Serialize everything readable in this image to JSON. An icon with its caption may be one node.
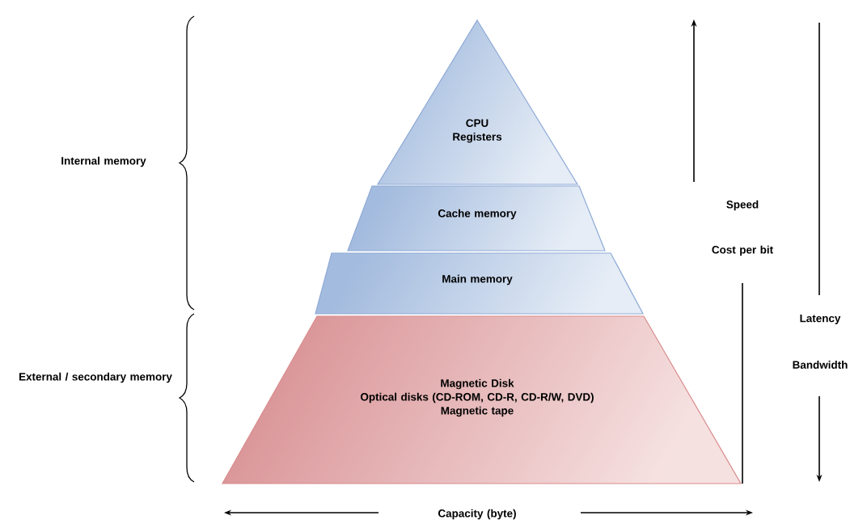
{
  "diagram": {
    "nodes": [
      {
        "text": [
          "CPU Registers"
        ]
      },
      {
        "text": [
          "Cache memory"
        ]
      },
      {
        "text": [
          "Main memory"
        ]
      },
      {
        "text": [
          "Magnetic Disk",
          "Optical disks (CD-ROM, CD-R, CD-R/W, DVD)",
          "Magnetic tape"
        ]
      }
    ],
    "edges": [],
    "labels": [
      "Internal memory",
      "Speed",
      "Cost per bit",
      "Latency",
      "External / secondary memory",
      "Bandwidth",
      "Capacity (byte)"
    ]
  }
}
